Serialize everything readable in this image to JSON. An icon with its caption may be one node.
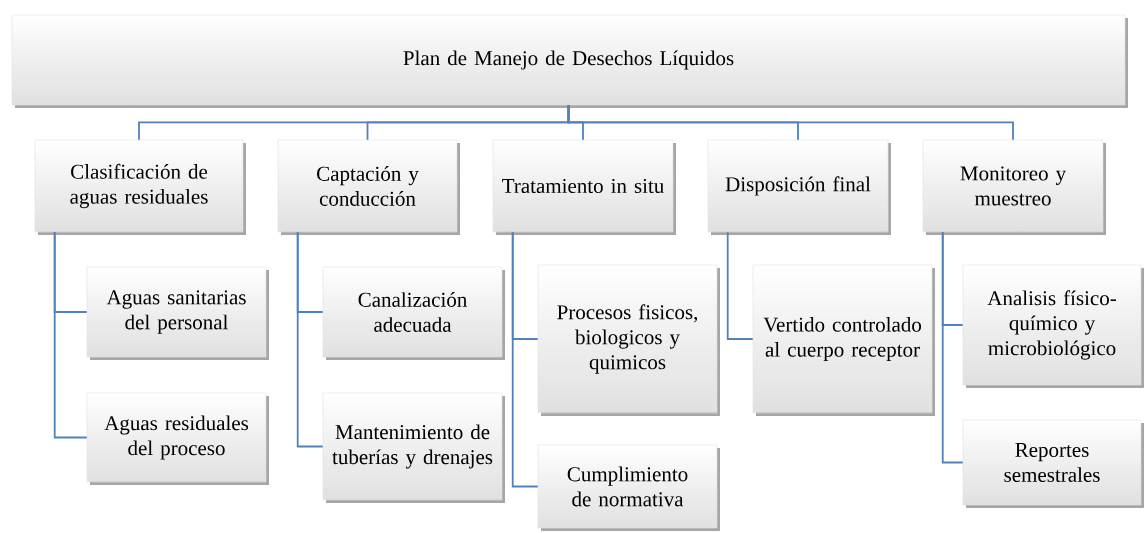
{
  "diagram": {
    "nodes": [
      {
        "text": [
          "Plan de Manejo de Desechos Líquidos"
        ]
      },
      {
        "text": [
          "Clasificación de aguas residuales"
        ]
      },
      {
        "text": [
          "Captación y conducción"
        ]
      },
      {
        "text": [
          "Tratamiento in situ"
        ]
      },
      {
        "text": [
          "Disposición final"
        ]
      },
      {
        "text": [
          "Monitoreo y muestreo"
        ]
      },
      {
        "text": [
          "Aguas sanitarias del personal"
        ]
      },
      {
        "text": [
          "Aguas residuales del proceso"
        ]
      },
      {
        "text": [
          "Canalización adecuada"
        ]
      },
      {
        "text": [
          "Mantenimiento de tuberías y drenajes"
        ]
      },
      {
        "text": [
          "Procesos fisicos, biologicos y quimicos"
        ]
      },
      {
        "text": [
          "Cumplimiento de normativa"
        ]
      },
      {
        "text": [
          "Vertido controlado al cuerpo receptor"
        ]
      },
      {
        "text": [
          "Analisis físico-químico y microbiológico"
        ]
      },
      {
        "text": [
          "Reportes semestrales"
        ]
      }
    ],
    "edges": [
      {
        "from": 0,
        "to": 1,
        "arrow": "none"
      },
      {
        "from": 0,
        "to": 2,
        "arrow": "none"
      },
      {
        "from": 0,
        "to": 3,
        "arrow": "none"
      },
      {
        "from": 0,
        "to": 4,
        "arrow": "none"
      },
      {
        "from": 0,
        "to": 5,
        "arrow": "none"
      },
      {
        "from": 1,
        "to": 6,
        "arrow": "none"
      },
      {
        "from": 1,
        "to": 7,
        "arrow": "none"
      },
      {
        "from": 2,
        "to": 8,
        "arrow": "none"
      },
      {
        "from": 2,
        "to": 9,
        "arrow": "none"
      },
      {
        "from": 3,
        "to": 10,
        "arrow": "none"
      },
      {
        "from": 3,
        "to": 11,
        "arrow": "none"
      },
      {
        "from": 4,
        "to": 12,
        "arrow": "none"
      },
      {
        "from": 5,
        "to": 13,
        "arrow": "none"
      },
      {
        "from": 5,
        "to": 14,
        "arrow": "none"
      }
    ]
  }
}
